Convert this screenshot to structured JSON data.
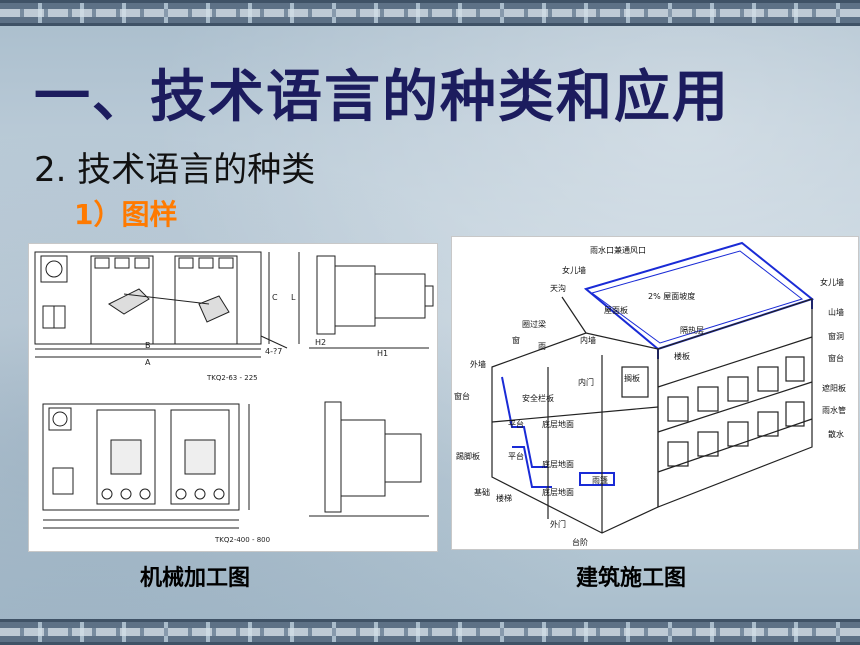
{
  "slide": {
    "title": "一、技术语言的种类和应用",
    "subtitle": "2. 技术语言的种类",
    "sub_item": "1）图样",
    "accent_color": "#ff7a00",
    "title_color": "#1c1c5e"
  },
  "figures": [
    {
      "caption": "机械加工图",
      "labels": {
        "dim_b": "B",
        "dim_a": "A",
        "dim_h2": "H2",
        "dim_h1": "H1",
        "dim_holes": "4-?7",
        "dim_c": "C",
        "dim_l": "L",
        "model_1": "TKQ2-63 - 225",
        "model_2": "TKQ2-400 - 800"
      }
    },
    {
      "caption": "建筑施工图",
      "labels": {
        "l1": "雨水口兼通风口",
        "l2": "女儿墙",
        "l3": "天沟",
        "l4": "屋面板",
        "l5": "2% 屋面坡度",
        "l6": "女儿墙",
        "l7": "山墙",
        "l8": "窗洞",
        "l9": "窗台",
        "l10": "遮阳板",
        "l11": "雨水管",
        "l12": "散水",
        "l13": "隔热层",
        "l14": "楼板",
        "l15": "圈过梁",
        "l16": "内墙",
        "l17": "雨",
        "l18": "外墙",
        "l19": "窗",
        "l20": "内门",
        "l21": "搁板",
        "l22": "窗台",
        "l23": "安全栏板",
        "l24": "平台",
        "l25": "底层地面",
        "l26": "踢脚板",
        "l27": "平台",
        "l28": "底层地面",
        "l29": "雨篷",
        "l30": "基础",
        "l31": "楼梯",
        "l32": "底层地面",
        "l33": "外门",
        "l34": "台阶"
      }
    }
  ]
}
